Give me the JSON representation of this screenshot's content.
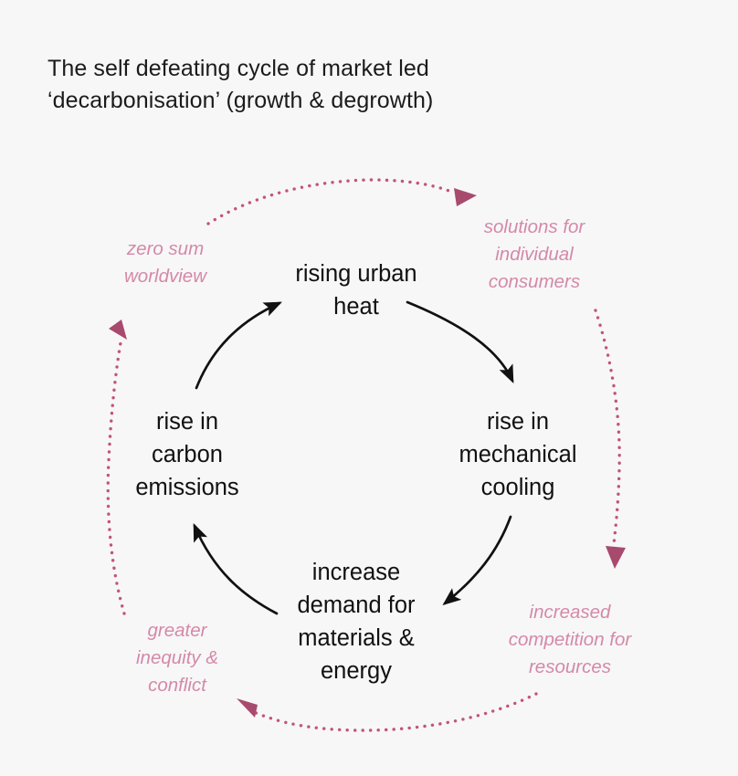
{
  "page": {
    "background_color": "#f7f7f7",
    "title": "The self defeating cycle of market led\n‘decarbonisation’ (growth & degrowth)"
  },
  "colors": {
    "text": "#111111",
    "title": "#1b1b1b",
    "inner_arrow": "#111111",
    "outer_label": "#d489a8",
    "outer_dotted": "#c2547e",
    "outer_arrowhead": "#a84a6e"
  },
  "diagram": {
    "type": "cycle",
    "inner_cycle": {
      "direction": "clockwise",
      "arrow_style": "solid curved black arrow",
      "nodes": [
        {
          "id": "rising-urban-heat",
          "label": "rising urban\nheat",
          "position": "top"
        },
        {
          "id": "rise-in-mechanical-cooling",
          "label": "rise in\nmechanical\ncooling",
          "position": "right"
        },
        {
          "id": "increase-demand",
          "label": "increase\ndemand for\nmaterials &\nenergy",
          "position": "bottom"
        },
        {
          "id": "rise-in-carbon-emissions",
          "label": "rise in\ncarbon\nemissions",
          "position": "left"
        }
      ]
    },
    "outer_cycle": {
      "direction": "counter-clockwise",
      "arrow_style": "pink dotted arc with filled triangular arrowhead",
      "labels": [
        {
          "id": "solutions-for-individual-consumers",
          "label": "solutions for\nindividual\nconsumers",
          "position": "top-right"
        },
        {
          "id": "increased-competition-for-resources",
          "label": "increased\ncompetition for\nresources",
          "position": "bottom-right"
        },
        {
          "id": "greater-inequity-and-conflict",
          "label": "greater\ninequity &\nconflict",
          "position": "bottom-left"
        },
        {
          "id": "zero-sum-worldview",
          "label": "zero sum\nworldview",
          "position": "top-left"
        }
      ]
    }
  }
}
